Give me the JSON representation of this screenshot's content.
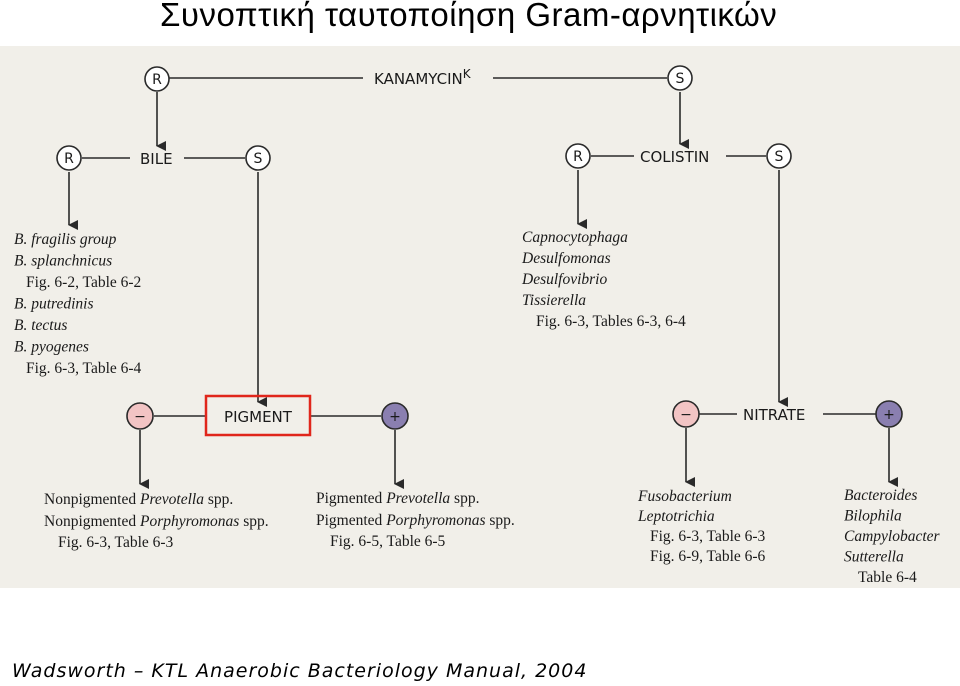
{
  "title": "Συνοπτική ταυτοποίηση Gram-αρνητικών",
  "citation": "Wadsworth – KTL Anaerobic Bacteriology Manual, 2004",
  "colors": {
    "negative_node": "#f2c4c4",
    "positive_node": "#8a7fb0",
    "highlight_box": "#e0261b",
    "panel": "#f1efe9"
  },
  "nodes": {
    "r_symbol": "R",
    "s_symbol": "S",
    "neg_symbol": "−",
    "pos_symbol": "+"
  },
  "tests": {
    "kanamycin": "KANAMYCIN",
    "kanamycin_sup": "K",
    "bile": "BILE",
    "colistin": "COLISTIN",
    "pigment": "PIGMENT",
    "nitrate": "NITRATE"
  },
  "groups": {
    "bile_resistant": [
      {
        "text": "B. fragilis group",
        "style": "italic"
      },
      {
        "text": "B. splanchnicus",
        "style": "italic"
      },
      {
        "text": "Fig. 6-2, Table 6-2",
        "style": "ref"
      },
      {
        "text": "B. putredinis",
        "style": "italic"
      },
      {
        "text": "B. tectus",
        "style": "italic"
      },
      {
        "text": "B. pyogenes",
        "style": "italic"
      },
      {
        "text": "Fig. 6-3, Table 6-4",
        "style": "ref"
      }
    ],
    "colistin_resistant": [
      {
        "text": "Capnocytophaga",
        "style": "italic"
      },
      {
        "text": "Desulfomonas",
        "style": "italic"
      },
      {
        "text": "Desulfovibrio",
        "style": "italic"
      },
      {
        "text": "Tissierella",
        "style": "italic"
      },
      {
        "text": "Fig. 6-3, Tables 6-3, 6-4",
        "style": "ref"
      }
    ],
    "pigment_negative": {
      "line1_prefix": "Nonpigmented ",
      "line1_genus": "Prevotella",
      "line1_suffix": " spp.",
      "line2_prefix": "Nonpigmented ",
      "line2_genus": "Porphyromonas",
      "line2_suffix": " spp.",
      "ref": "Fig. 6-3, Table 6-3"
    },
    "pigment_positive": {
      "line1_prefix": "Pigmented ",
      "line1_genus": "Prevotella",
      "line1_suffix": " spp.",
      "line2_prefix": "Pigmented ",
      "line2_genus": "Porphyromonas",
      "line2_suffix": " spp.",
      "ref": "Fig. 6-5, Table 6-5"
    },
    "nitrate_negative": [
      {
        "text": "Fusobacterium",
        "style": "italic"
      },
      {
        "text": "Leptotrichia",
        "style": "italic"
      },
      {
        "text": "Fig. 6-3, Table 6-3",
        "style": "ref"
      },
      {
        "text": "Fig. 6-9, Table 6-6",
        "style": "ref"
      }
    ],
    "nitrate_positive": [
      {
        "text": "Bacteroides",
        "style": "italic"
      },
      {
        "text": "Bilophila",
        "style": "italic"
      },
      {
        "text": "Campylobacter",
        "style": "italic"
      },
      {
        "text": "Sutterella",
        "style": "italic"
      },
      {
        "text": "Table 6-4",
        "style": "ref"
      }
    ]
  }
}
